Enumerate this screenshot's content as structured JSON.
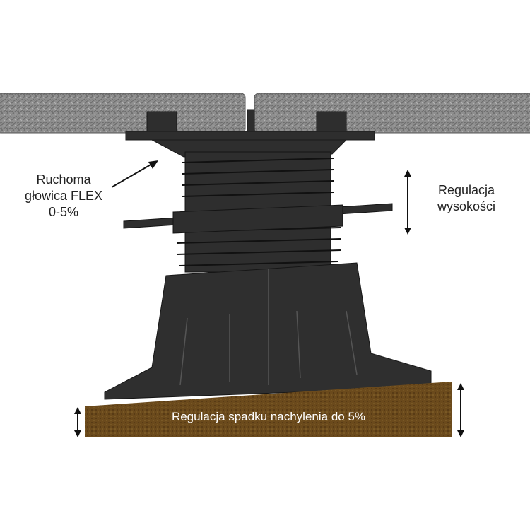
{
  "labels": {
    "head_line1": "Ruchoma",
    "head_line2": "głowica FLEX",
    "head_line3": "0-5%",
    "height_line1": "Regulacja",
    "height_line2": "wysokości",
    "slope": "Regulacja spadku nachylenia do 5%"
  },
  "colors": {
    "slab": "#8d8d8d",
    "pedestal": "#2e2e2e",
    "soil": "#6b4a1c"
  }
}
